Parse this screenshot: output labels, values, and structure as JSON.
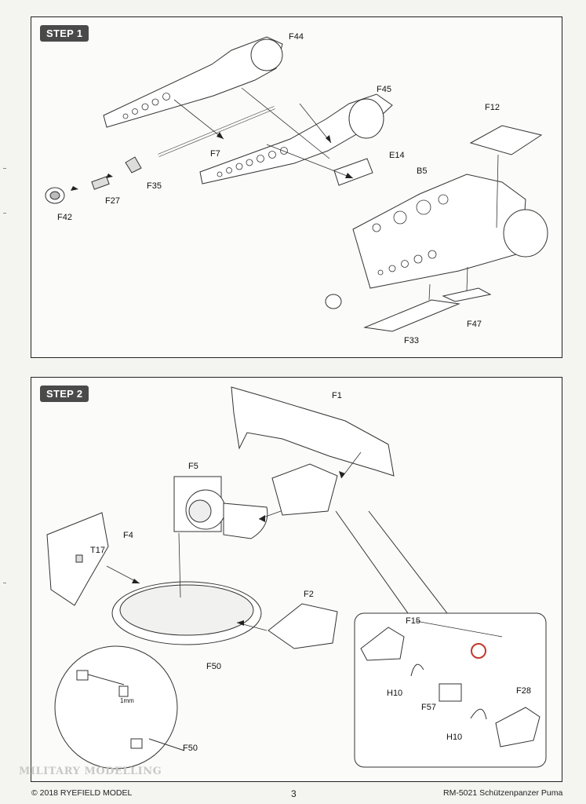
{
  "step1": {
    "badge": "STEP 1",
    "labels": {
      "F44": "F44",
      "F45": "F45",
      "F7": "F7",
      "F35": "F35",
      "F27": "F27",
      "F42": "F42",
      "E14": "E14",
      "F12": "F12",
      "B5": "B5",
      "F33": "F33",
      "F47": "F47"
    }
  },
  "step2": {
    "badge": "STEP 2",
    "labels": {
      "F1": "F1",
      "F5": "F5",
      "F4": "F4",
      "T17": "T17",
      "F2": "F2",
      "F50": "F50",
      "F15": "F15",
      "H10a": "H10",
      "F57": "F57",
      "H10b": "H10",
      "F28": "F28",
      "F50b": "F50",
      "mm": "1mm"
    }
  },
  "watermark": "MILITARY MODELLING",
  "footer": {
    "copyright": "© 2018 RYEFIELD MODEL",
    "page": "3",
    "product": "RM-5021 Schützenpanzer Puma"
  }
}
